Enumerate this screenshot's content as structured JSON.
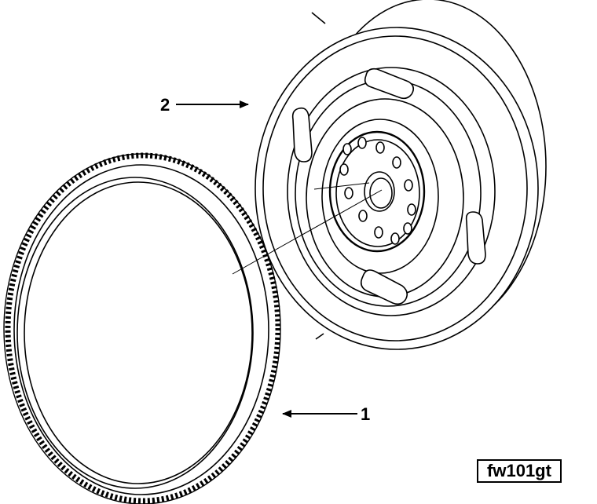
{
  "callouts": [
    {
      "label": "1",
      "part": "ring gear"
    },
    {
      "label": "2",
      "part": "flywheel"
    }
  ],
  "figure_id": "fw101gt",
  "colors": {
    "line": "#000000",
    "background": "#ffffff"
  }
}
